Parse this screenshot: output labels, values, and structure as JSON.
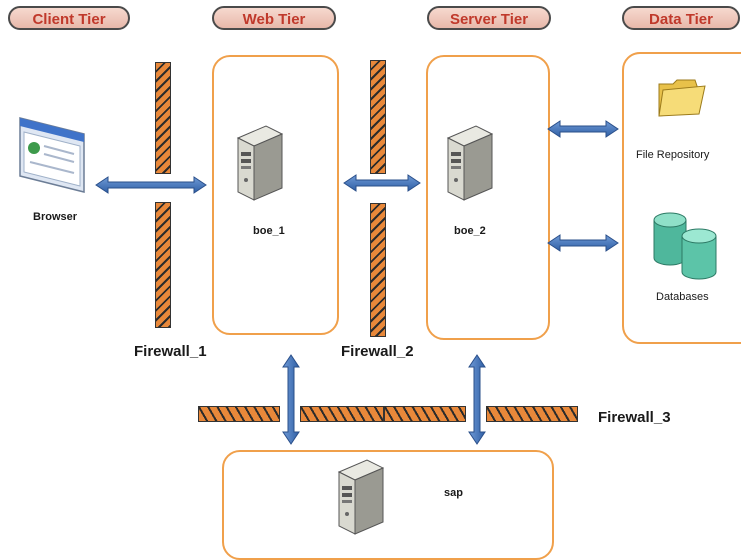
{
  "tiers": {
    "client": "Client Tier",
    "web": "Web Tier",
    "server": "Server Tier",
    "data": "Data Tier"
  },
  "nodes": {
    "browser": "Browser",
    "boe_1": "boe_1",
    "boe_2": "boe_2",
    "file_repository": "File Repository",
    "databases": "Databases",
    "sap": "sap"
  },
  "firewalls": {
    "fw1": "Firewall_1",
    "fw2": "Firewall_2",
    "fw3": "Firewall_3"
  },
  "colors": {
    "tier_border": "#f0a04b",
    "arrow": "#3b6cb0",
    "hatch": "#e8883a"
  }
}
